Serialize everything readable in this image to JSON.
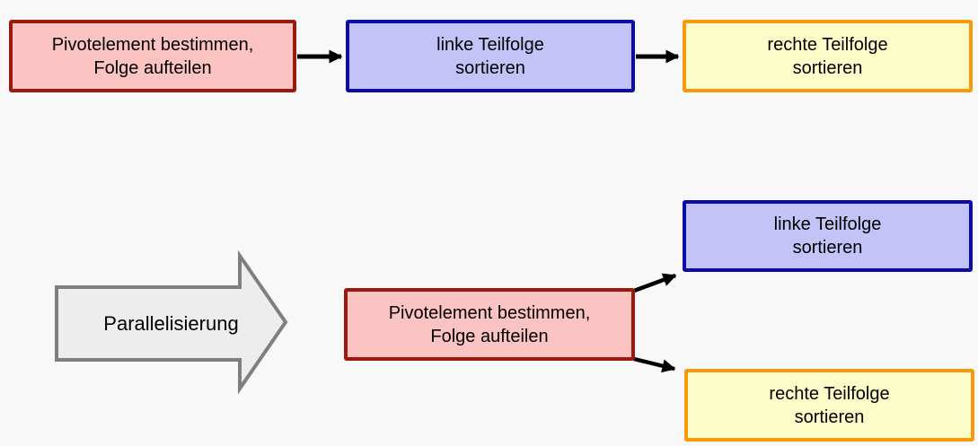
{
  "diagram": {
    "background": "#f8f8f8",
    "sequential": {
      "boxes": [
        {
          "id": "seq-pivot",
          "label": "Pivotelement bestimmen,\nFolge aufteilen",
          "variant": "red",
          "fill": "#fcc3c3",
          "border": "#9b1a0e"
        },
        {
          "id": "seq-left",
          "label": "linke Teilfolge\nsortieren",
          "variant": "blue",
          "fill": "#c3c3f8",
          "border": "#0b0baa"
        },
        {
          "id": "seq-right",
          "label": "rechte Teilfolge\nsortieren",
          "variant": "yellow",
          "fill": "#fdfdc9",
          "border": "#f8990b"
        }
      ]
    },
    "transform": {
      "label": "Parallelisierung",
      "fill": "#ededed",
      "border": "#7f7f7f"
    },
    "parallel": {
      "pivot": {
        "label": "Pivotelement bestimmen,\nFolge aufteilen",
        "variant": "red"
      },
      "left": {
        "label": "linke Teilfolge\nsortieren",
        "variant": "blue"
      },
      "right": {
        "label": "rechte Teilfolge\nsortieren",
        "variant": "yellow"
      }
    },
    "connectors": [
      {
        "name": "seq-arrow-1",
        "from": "seq-pivot",
        "to": "seq-left",
        "color": "#000000"
      },
      {
        "name": "seq-arrow-2",
        "from": "seq-left",
        "to": "seq-right",
        "color": "#000000"
      },
      {
        "name": "split-arrow-up",
        "from": "par-pivot",
        "to": "par-left",
        "color": "#000000"
      },
      {
        "name": "split-arrow-down",
        "from": "par-pivot",
        "to": "par-right",
        "color": "#000000"
      }
    ]
  }
}
